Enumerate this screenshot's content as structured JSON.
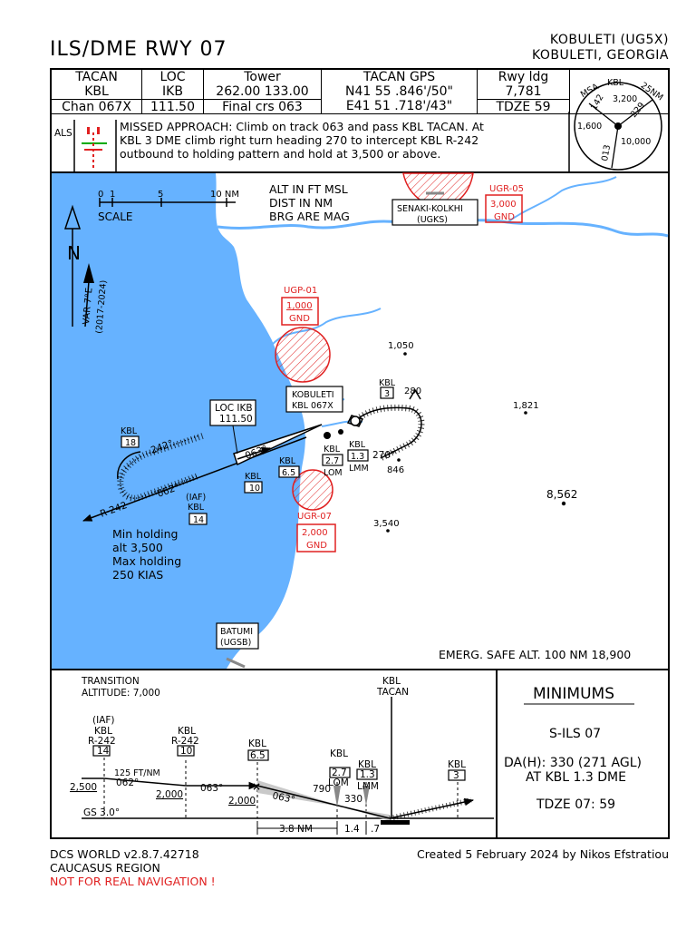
{
  "header": {
    "title": "ILS/DME RWY 07",
    "airport_line1": "KOBULETI (UG5X)",
    "airport_line2": "KOBULETI, GEORGIA"
  },
  "info": {
    "tacan_label": "TACAN",
    "tacan_id": "KBL",
    "tacan_chan": "Chan 067X",
    "loc_label": "LOC",
    "loc_id": "IKB",
    "loc_freq": "111.50",
    "tower_label": "Tower",
    "tower_freq": "262.00 133.00",
    "final_crs": "Final crs 063",
    "gps_label": "TACAN GPS",
    "gps_lat": "N41 55 .846'/50\"",
    "gps_lon": "E41 51 .718'/43\"",
    "rwy_label": "Rwy ldg",
    "rwy_len": "7,781",
    "tdze": "TDZE 59"
  },
  "msa": {
    "label": "MSA",
    "fix": "KBL",
    "radius": "25NM",
    "alt_a": "3,200",
    "alt_b": "1,600",
    "alt_c": "10,000",
    "brg_a": "142",
    "brg_b": "229",
    "brg_c": "013"
  },
  "missed": {
    "als": "ALS",
    "line1": "MISSED APPROACH: Climb on track 063 and pass KBL TACAN. At",
    "line2": "KBL 3 DME climb right turn heading 270 to intercept KBL R-242",
    "line3": "outbound to holding pattern and hold at 3,500 or above."
  },
  "plan": {
    "scale_0": "0",
    "scale_1": "1",
    "scale_5": "5",
    "scale_10": "10 NM",
    "scale_label": "SCALE",
    "north": "N",
    "var": "VAR 7°E",
    "var_years": "(2017-2024)",
    "note1": "ALT IN FT MSL",
    "note2": "DIST IN NM",
    "note3": "BRG ARE MAG",
    "ugp01": "UGP-01",
    "ugp01_alt": "1,000",
    "ugp01_gnd": "GND",
    "ugr05": "UGR-05",
    "ugr05_alt": "3,000",
    "ugr05_gnd": "GND",
    "ugr07": "UGR-07",
    "ugr07_alt": "2,000",
    "ugr07_gnd": "GND",
    "senaki1": "SENAKI-KOLKHI",
    "senaki2": "(UGKS)",
    "batumi1": "BATUMI",
    "batumi2": "(UGSB)",
    "kobuleti1": "KOBULETI",
    "kobuleti2": "KBL 067X",
    "loc1": "LOC IKB",
    "loc2": "111.50",
    "elev_1050": "1,050",
    "elev_1821": "1,821",
    "elev_8562": "8,562",
    "elev_3540": "3,540",
    "elev_846": "846",
    "elev_280": "280",
    "kbl": "KBL",
    "d18": "18",
    "d14": "14",
    "d10": "10",
    "d65": "6.5",
    "d27": "2.7",
    "d13": "1.3",
    "d3": "3",
    "lom": "LOM",
    "lmm": "LMM",
    "iaf": "(IAF)",
    "crs242": "242°",
    "crs062": "062°",
    "crs063": "063°",
    "crs270": "270°",
    "r242": "R-242",
    "hold1": "Min holding",
    "hold2": "alt 3,500",
    "hold3": "Max holding",
    "hold4": "250 KIAS",
    "emerg": "EMERG. SAFE ALT. 100 NM 18,900"
  },
  "profile": {
    "trans1": "TRANSITION",
    "trans2": "ALTITUDE:  7,000",
    "iaf": "(IAF)",
    "kbl": "KBL",
    "r242": "R-242",
    "d14": "14",
    "d10": "10",
    "d65": "6.5",
    "d27": "2.7",
    "d13": "1.3",
    "d3": "3",
    "rate": "125 FT/NM",
    "crs062": "062°",
    "crs063a": "063°",
    "crs063b": "063°",
    "a2500": "2,500",
    "a2000a": "2,000",
    "a2000b": "2,000",
    "a790": "790",
    "a330": "330",
    "lom": "LOM",
    "lmm": "LMM",
    "gs": "GS 3.0°",
    "tacan1": "KBL",
    "tacan2": "TACAN",
    "dist38": "3.8 NM",
    "dist14": "1.4",
    "dist07": ".7"
  },
  "minimums": {
    "title": "MINIMUMS",
    "approach": "S-ILS 07",
    "da": "DA(H):  330 (271 AGL)",
    "at": "AT KBL 1.3 DME",
    "tdze": "TDZE 07:  59"
  },
  "footer": {
    "sim": "DCS WORLD  v2.8.7.42718",
    "region": "CAUCASUS REGION",
    "warning": "NOT FOR REAL NAVIGATION !",
    "credit": "Created 5 February 2024 by Nikos Efstratiou"
  },
  "colors": {
    "sea": "#66b2ff",
    "restricted": "#e02020",
    "ink": "#000000"
  }
}
